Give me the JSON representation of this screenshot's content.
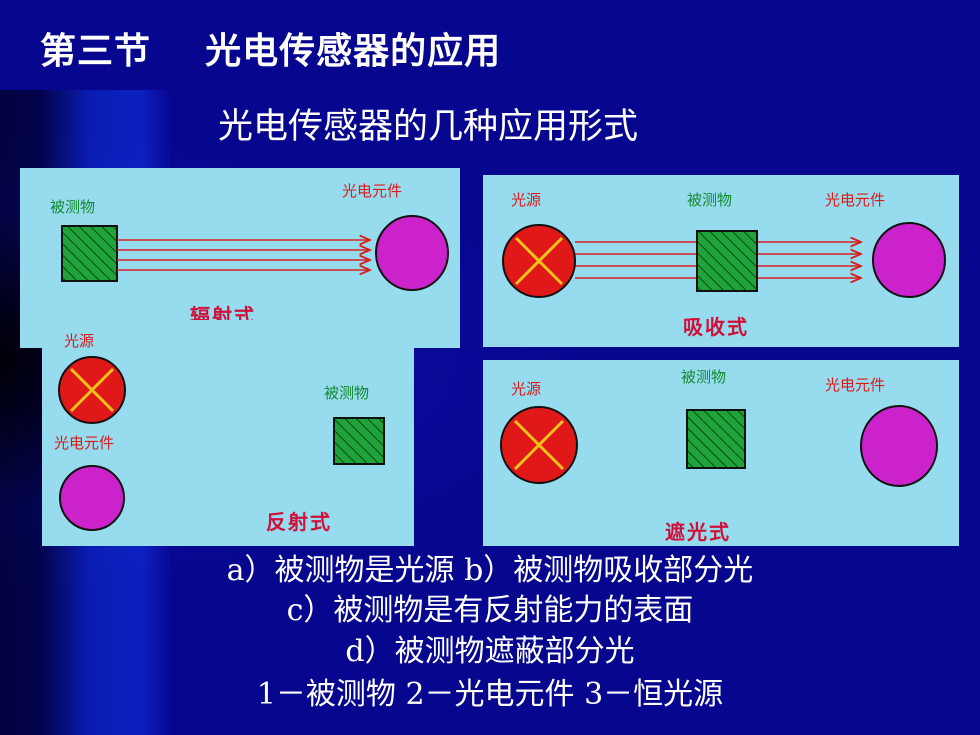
{
  "slide": {
    "title": "第三节    光电传感器的应用",
    "subtitle": "光电传感器的几种应用形式"
  },
  "panels": {
    "radiation": {
      "object_label": "被测物",
      "element_label": "光电元件",
      "type_label": "辐射式"
    },
    "absorption": {
      "source_label": "光源",
      "object_label": "被测物",
      "element_label": "光电元件",
      "type_label": "吸收式"
    },
    "reflection": {
      "source_label": "光源",
      "element_label": "光电元件",
      "object_label": "被测物",
      "type_label": "反射式"
    },
    "shading": {
      "source_label": "光源",
      "object_label": "被测物",
      "element_label": "光电元件",
      "type_label": "遮光式"
    }
  },
  "captions": [
    "a）被测物是光源 b）被测物吸收部分光",
    "c）被测物是有反射能力的表面",
    "d）被测物遮蔽部分光",
    "1－被测物  2－光电元件  3－恒光源"
  ],
  "colors": {
    "background": "#06068e",
    "panel": "#96dcee",
    "object_fill": "#1fa33a",
    "element_fill": "#cc22cc",
    "source_fill": "#e01818",
    "source_cross": "#f2c21a",
    "beam": "#d82020",
    "type_text": "#d0103a"
  }
}
